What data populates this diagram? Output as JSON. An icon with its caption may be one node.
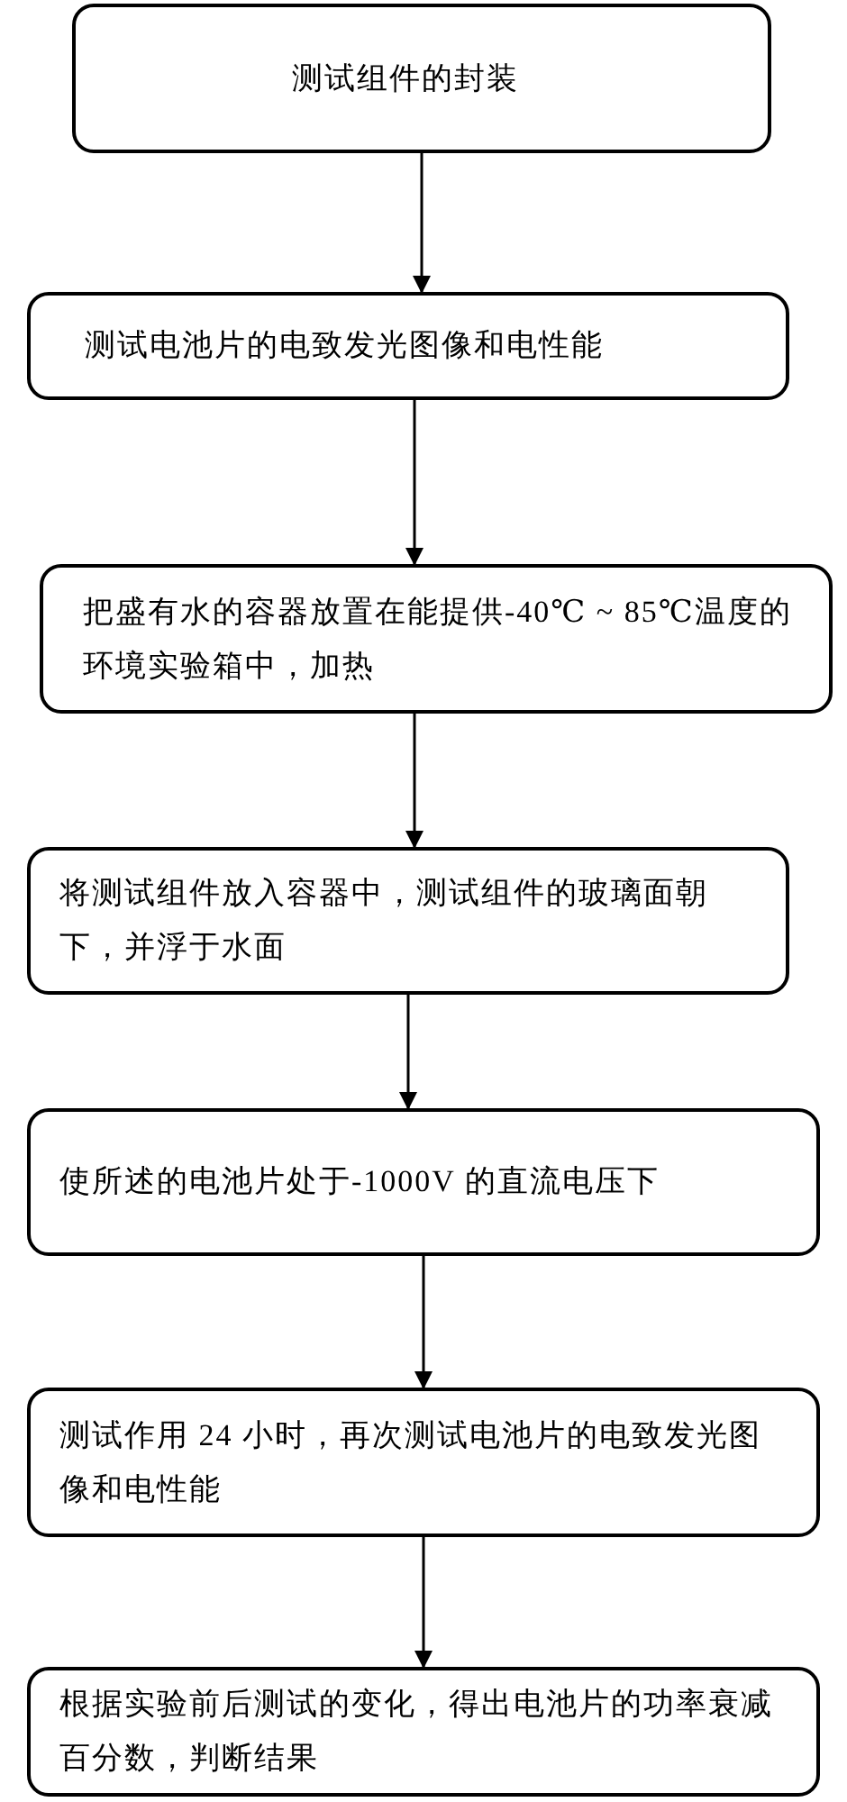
{
  "diagram": {
    "nodes": [
      {
        "text": [
          "测试组件的封装"
        ]
      },
      {
        "text": [
          "测试电池片的电致发光图像和电性能"
        ]
      },
      {
        "text": [
          "把盛有水的容器放置在能提供-40℃ ~ 85℃温度的环境实验箱中，加热"
        ]
      },
      {
        "text": [
          "将测试组件放入容器中，测试组件的玻璃面朝下，并浮于水面"
        ]
      },
      {
        "text": [
          "使所述的电池片处于-1000V 的直流电压下"
        ]
      },
      {
        "text": [
          "测试作用 24 小时，再次测试电池片的电致发光图像和电性能"
        ]
      },
      {
        "text": [
          "根据实验前后测试的变化，得出电池片的功率衰减百分数，判断结果"
        ]
      }
    ],
    "edges": [
      {
        "from": 0,
        "to": 1,
        "arrow": "to"
      },
      {
        "from": 1,
        "to": 2,
        "arrow": "to"
      },
      {
        "from": 2,
        "to": 3,
        "arrow": "to"
      },
      {
        "from": 3,
        "to": 4,
        "arrow": "to"
      },
      {
        "from": 4,
        "to": 5,
        "arrow": "to"
      },
      {
        "from": 5,
        "to": 6,
        "arrow": "to"
      }
    ]
  }
}
